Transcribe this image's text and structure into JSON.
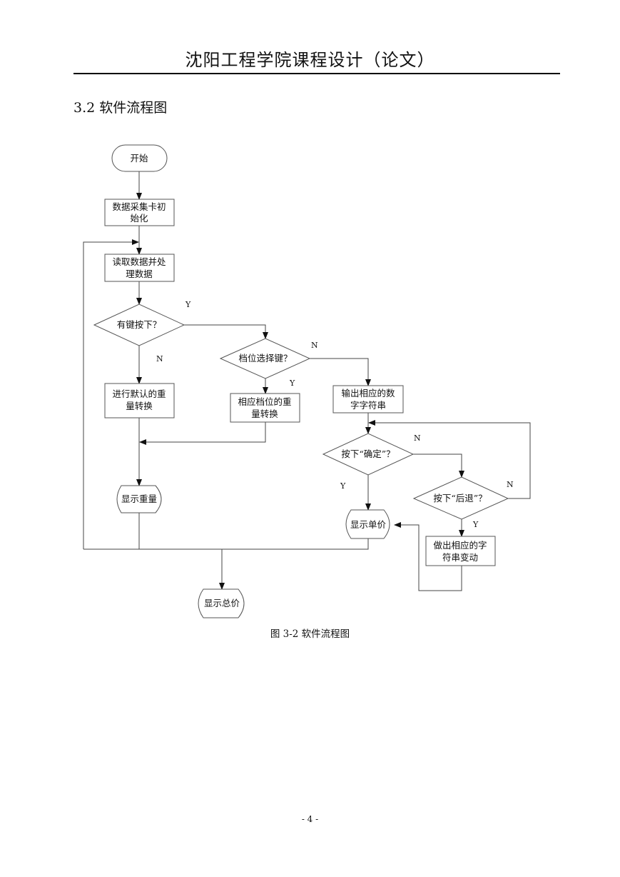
{
  "header": {
    "title": "沈阳工程学院课程设计（论文）"
  },
  "section": {
    "heading": "3.2 软件流程图"
  },
  "flowchart": {
    "start": "开始",
    "init_line1": "数据采集卡初",
    "init_line2": "始化",
    "read_line1": "读取数据并处",
    "read_line2": "理数据",
    "key_pressed": "有键按下？",
    "gear_key": "档位选择键？",
    "default_conv_line1": "进行默认的重",
    "default_conv_line2": "量转换",
    "gear_conv_line1": "相应档位的重",
    "gear_conv_line2": "量转换",
    "output_str_line1": "输出相应的数",
    "output_str_line2": "字字符串",
    "confirm": "按下“确定”？",
    "back": "按下“后退”？",
    "change_line1": "做出相应的字",
    "change_line2": "符串变动",
    "show_weight": "显示重量",
    "show_unit_price": "显示单价",
    "show_total": "显示总价",
    "y": "Y",
    "n": "N"
  },
  "caption": "图 3-2  软件流程图",
  "page_number": "- 4 -"
}
